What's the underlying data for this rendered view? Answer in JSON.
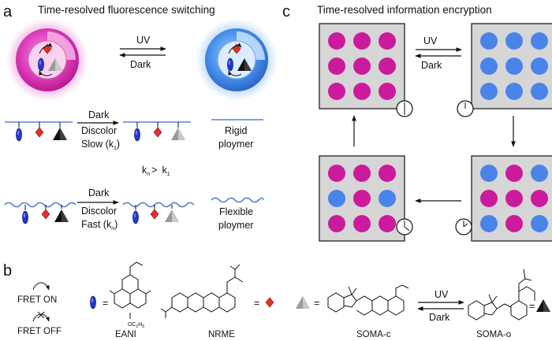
{
  "panel_a": {
    "letter": "a",
    "title": "Time-resolved fluorescence switching",
    "uv": "UV",
    "dark": "Dark",
    "row1": {
      "line1": "Dark",
      "line2": "Discolor",
      "line3": "Slow (k",
      "sub": "1",
      "close": ")",
      "right1": "Rigid",
      "right2": "ploymer"
    },
    "rate": {
      "k": "k",
      "sub_n": "n",
      "gt": ">",
      "k2": "k",
      "sub_1": "1"
    },
    "row2": {
      "line1": "Dark",
      "line2": "Discolor",
      "line3": "Fast (k",
      "sub": "n",
      "close": ")",
      "right1": "Flexible",
      "right2": "ploymer"
    }
  },
  "panel_c": {
    "letter": "c",
    "title": "Time-resolved information encryption",
    "uv": "UV",
    "dark": "Dark",
    "grids": {
      "tl": [
        "m",
        "m",
        "m",
        "m",
        "m",
        "m",
        "m",
        "m",
        "m"
      ],
      "tr": [
        "b",
        "b",
        "b",
        "b",
        "b",
        "b",
        "b",
        "b",
        "b"
      ],
      "bl": [
        "m",
        "m",
        "m",
        "b",
        "m",
        "b",
        "m",
        "m",
        "m"
      ],
      "br": [
        "b",
        "m",
        "b",
        "m",
        "m",
        "m",
        "b",
        "m",
        "b"
      ]
    },
    "colors": {
      "m": "#cc1a9c",
      "b": "#4a84e8"
    }
  },
  "panel_b": {
    "letter": "b",
    "fret_on": "FRET ON",
    "fret_off": "FRET OFF",
    "eani": "EANI",
    "eani_sub": "OC",
    "eani_sub2": "2",
    "eani_sub3": "H",
    "eani_sub4": "5",
    "nrme": "NRME",
    "soma_c": "SOMA-c",
    "soma_o": "SOMA-o",
    "uv": "UV",
    "dark": "Dark",
    "eq": "="
  }
}
